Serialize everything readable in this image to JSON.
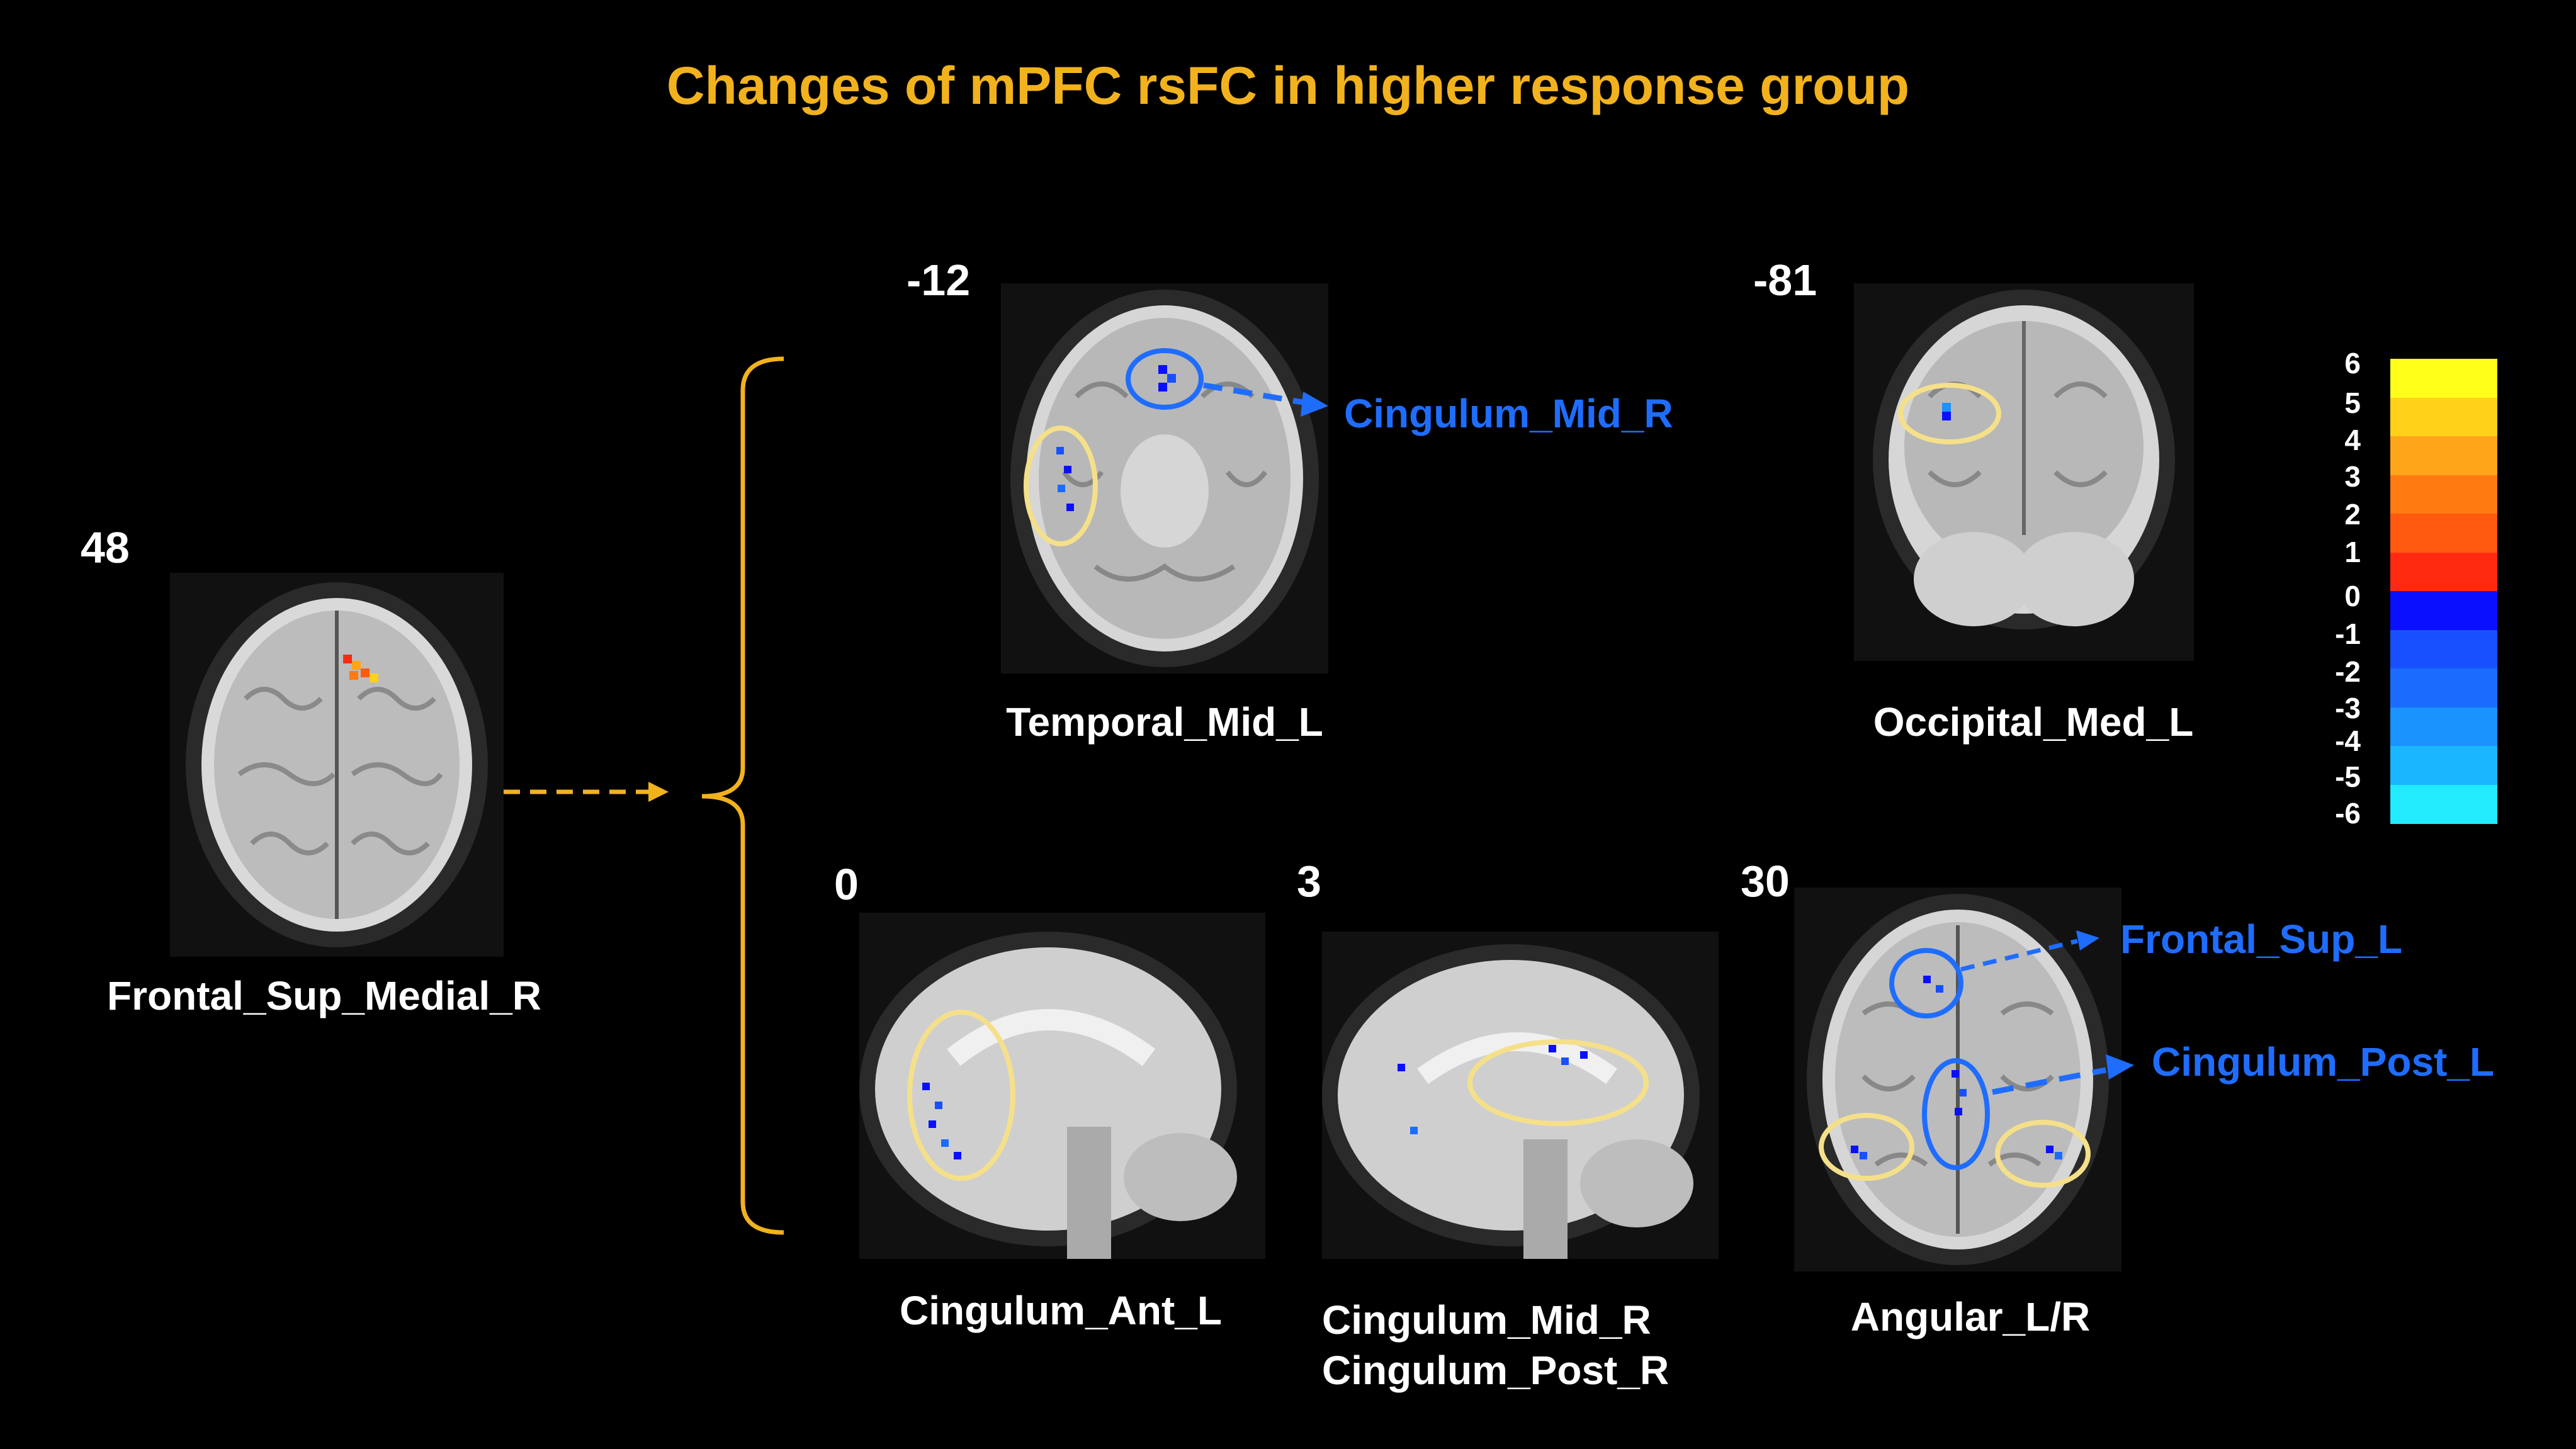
{
  "title": "Changes of mPFC rsFC in higher response group",
  "seed": {
    "slice": "48",
    "label": "Frontal_Sup_Medial_R"
  },
  "panels": [
    {
      "id": "temporal",
      "slice": "-12",
      "label": "Temporal_Mid_L",
      "callouts": [
        "Cingulum_Mid_R"
      ]
    },
    {
      "id": "occipital",
      "slice": "-81",
      "label": "Occipital_Med_L",
      "callouts": []
    },
    {
      "id": "cingulum-ant",
      "slice": "0",
      "label": "Cingulum_Ant_L",
      "callouts": []
    },
    {
      "id": "cingulum-mid",
      "slice": "3",
      "label_line1": "Cingulum_Mid_R",
      "label_line2": "Cingulum_Post_R",
      "callouts": []
    },
    {
      "id": "angular",
      "slice": "30",
      "label": "Angular_L/R",
      "callouts": [
        "Frontal_Sup_L",
        "Cingulum_Post_L"
      ]
    }
  ],
  "colorbar": {
    "ticks": [
      "6",
      "5",
      "4",
      "3",
      "2",
      "1",
      "0",
      "-1",
      "-2",
      "-3",
      "-4",
      "-5",
      "-6"
    ],
    "colors": [
      "#ffff1a",
      "#ffd21a",
      "#ffa51a",
      "#ff7a10",
      "#ff5a10",
      "#ff2a10",
      "#0a10ff",
      "#1850ff",
      "#1a6cff",
      "#1a92ff",
      "#1ab6ff",
      "#22eaff"
    ]
  },
  "colors": {
    "title": "#f2b21e",
    "callout": "#1f6dff",
    "bracket": "#f2b21e",
    "ellipse_yellow": "#f5e08a",
    "ellipse_blue": "#1f6dff"
  }
}
